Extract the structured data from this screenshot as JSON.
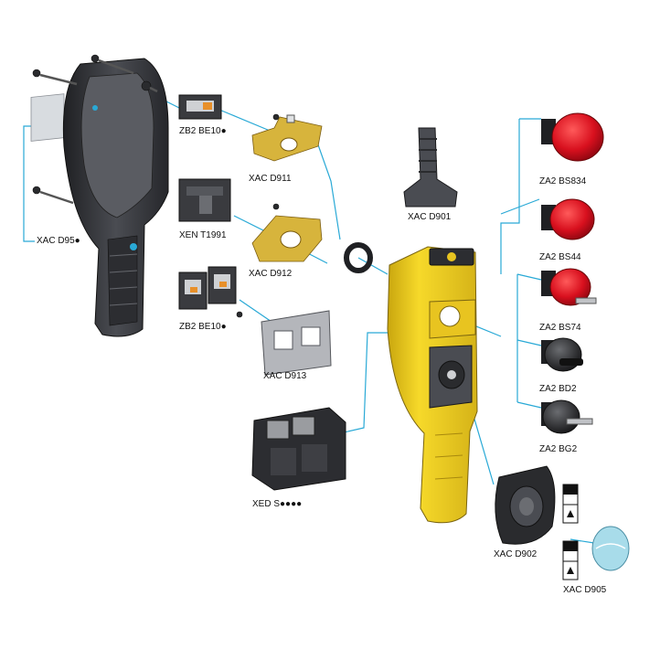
{
  "labels": {
    "xac_d95": "XAC D95●",
    "zb2_be10_top": "ZB2 BE10●",
    "xac_d911": "XAC D911",
    "xen_t1991": "XEN T1991",
    "xac_d912": "XAC D912",
    "zb2_be10_bottom": "ZB2 BE10●",
    "xac_d913": "XAC D913",
    "xed_s": "XED S●●●●",
    "xac_d901": "XAC D901",
    "za2_bs834": "ZA2 BS834",
    "za2_bs44": "ZA2 BS44",
    "za2_bs74": "ZA2 BS74",
    "za2_bd2": "ZA2 BD2",
    "za2_bg2": "ZA2 BG2",
    "xac_d902": "XAC D902",
    "xac_d905": "XAC D905"
  },
  "colors": {
    "leader": "#29a9d6",
    "enclosure_yellow": "#f2d020",
    "enclosure_dark": "#3a3c40",
    "button_red": "#d8101e",
    "bracket_gold": "#d7b43c",
    "plate_grey": "#b4b6bb",
    "lens_blue": "#a8dcea"
  }
}
